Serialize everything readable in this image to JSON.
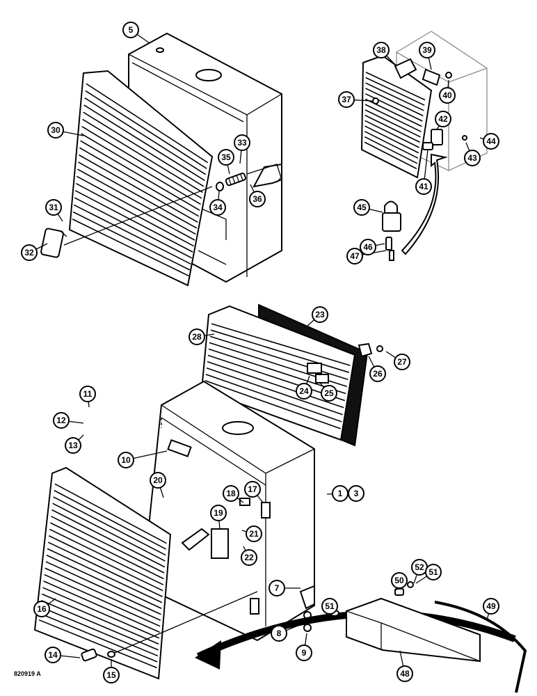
{
  "figure_number": "820919 A",
  "callouts": [
    "1",
    "3",
    "5",
    "7",
    "8",
    "9",
    "10",
    "11",
    "12",
    "13",
    "14",
    "15",
    "16",
    "17",
    "18",
    "19",
    "20",
    "21",
    "22",
    "23",
    "24",
    "25",
    "26",
    "27",
    "28",
    "30",
    "31",
    "32",
    "33",
    "34",
    "35",
    "36",
    "37",
    "38",
    "39",
    "40",
    "41",
    "42",
    "43",
    "44",
    "45",
    "46",
    "47",
    "48",
    "49",
    "50",
    "51",
    "52"
  ]
}
